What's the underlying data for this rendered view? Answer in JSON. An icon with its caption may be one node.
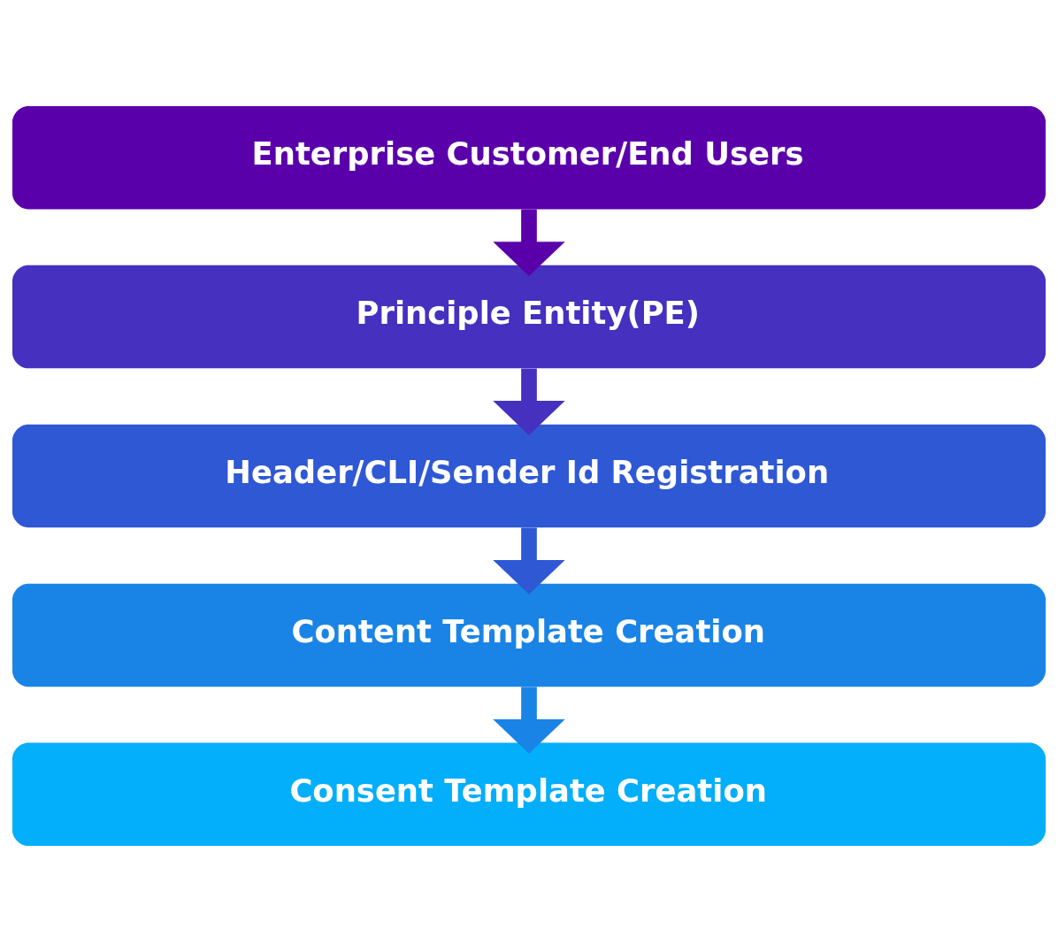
{
  "diagram": {
    "nodes": [
      {
        "text": [
          "Enterprise Customer/End Users"
        ]
      },
      {
        "text": [
          "Principle Entity(PE)"
        ]
      },
      {
        "text": [
          "Header/CLI/Sender Id Registration"
        ]
      },
      {
        "text": [
          "Content Template Creation"
        ]
      },
      {
        "text": [
          "Consent Template Creation"
        ]
      }
    ],
    "edges": [
      {
        "from": 0,
        "to": 1,
        "arrow": "to",
        "color": "#5a00aa"
      },
      {
        "from": 1,
        "to": 2,
        "arrow": "to",
        "color": "#4530c0"
      },
      {
        "from": 2,
        "to": 3,
        "arrow": "to",
        "color": "#2e58d4"
      },
      {
        "from": 3,
        "to": 4,
        "arrow": "to",
        "color": "#1a84e6"
      }
    ]
  }
}
